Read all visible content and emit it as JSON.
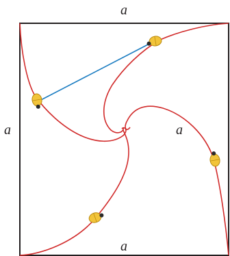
{
  "labels": {
    "top": "a",
    "bottom": "a",
    "left": "a",
    "middle": "a"
  },
  "colors": {
    "square": "#231f20",
    "spiral": "#d12a2a",
    "segment": "#1a7cc1",
    "bug_body": "#f2c43a",
    "bug_outline": "#b98a12",
    "bug_head": "#2a2a2a"
  }
}
